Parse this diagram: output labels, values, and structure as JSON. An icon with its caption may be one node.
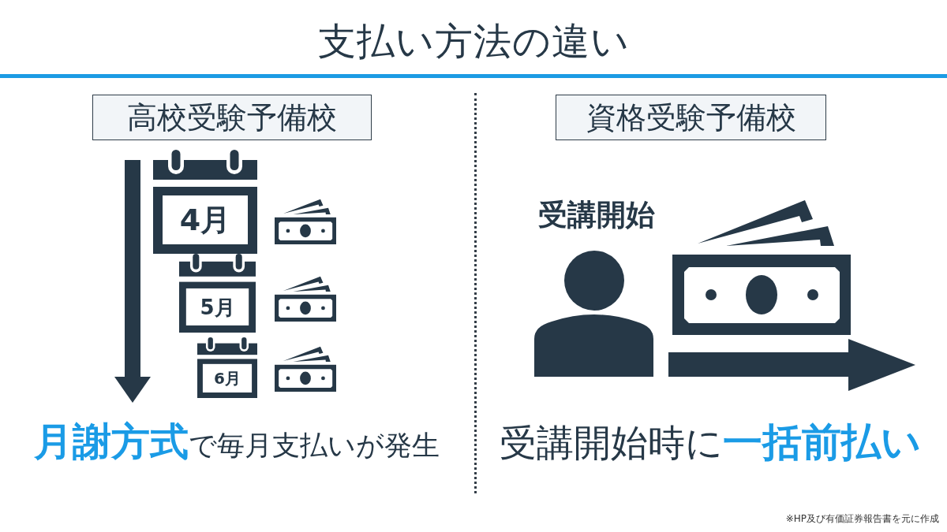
{
  "diagram": {
    "title": "支払い方法の違い",
    "nodes": [
      {
        "text": [
          "高校受験予備校"
        ]
      },
      {
        "text": [
          "資格受験予備校"
        ]
      },
      {
        "text": [
          "4月"
        ]
      },
      {
        "text": [
          "5月"
        ]
      },
      {
        "text": [
          "6月"
        ]
      }
    ],
    "labels": [
      "受講開始",
      "**月謝方式**で毎月支払いが発生",
      "受講開始時に**一括前払い**",
      "※HP及び有価証券報告書を元に作成"
    ]
  }
}
